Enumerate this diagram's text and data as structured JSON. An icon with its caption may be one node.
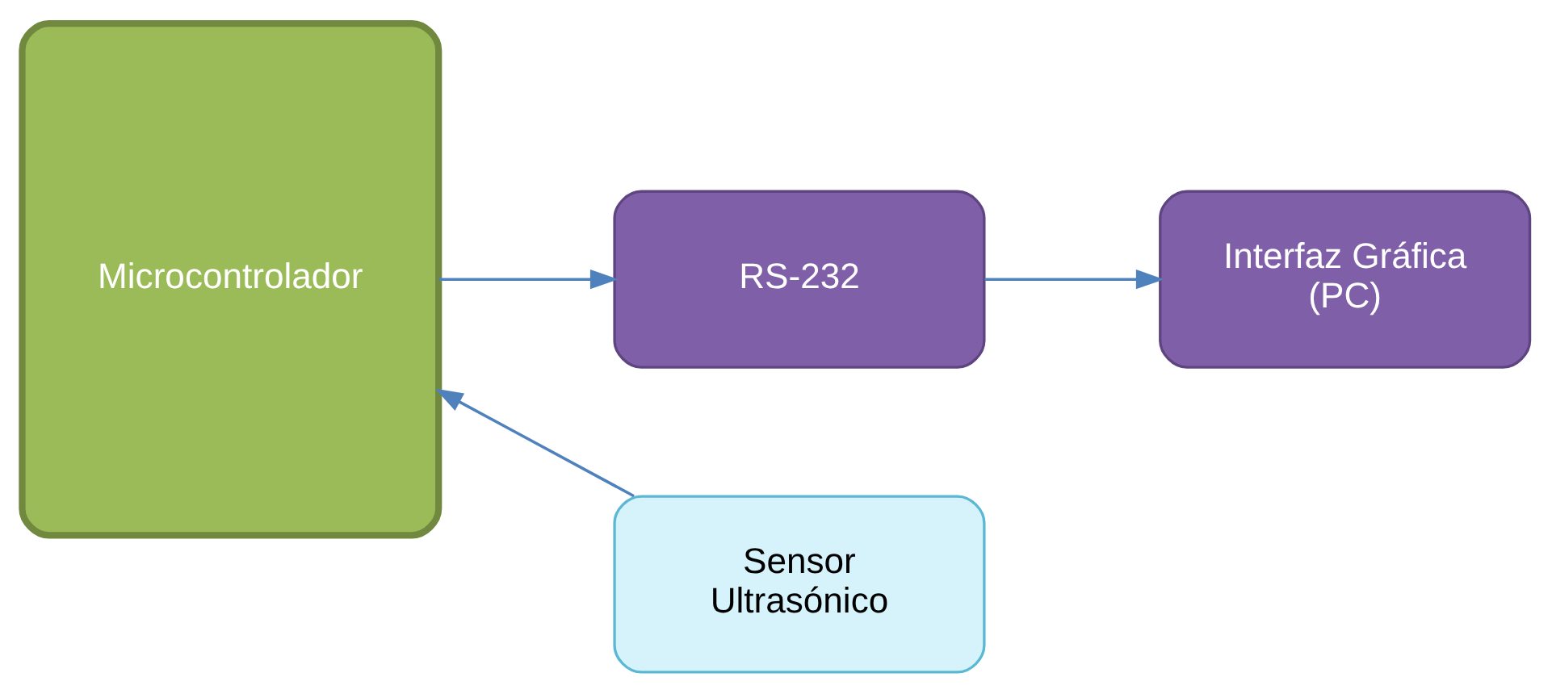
{
  "diagram": {
    "nodes": [
      {
        "text": [
          "Microcontrolador"
        ]
      },
      {
        "text": [
          "Sensor Ultrasónico"
        ]
      },
      {
        "text": [
          "RS-232"
        ]
      },
      {
        "text": [
          "Interfaz Gráfica (PC)"
        ]
      }
    ],
    "edges": [
      {
        "from": 1,
        "to": 0,
        "arrow": "to"
      },
      {
        "from": 0,
        "to": 2,
        "arrow": "to"
      },
      {
        "from": 2,
        "to": 3,
        "arrow": "to"
      }
    ]
  }
}
